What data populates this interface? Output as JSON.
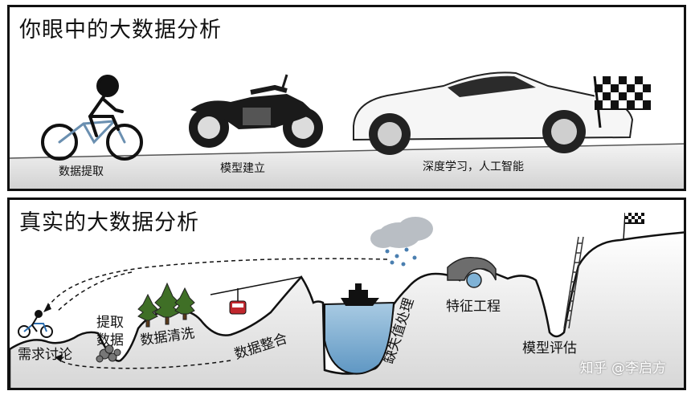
{
  "top_panel": {
    "title": "你眼中的大数据分析",
    "stage_labels": [
      "数据提取",
      "模型建立",
      "深度学习，人工智能"
    ]
  },
  "bottom_panel": {
    "title": "真实的大数据分析",
    "stage_labels": [
      "需求讨论",
      "提取",
      "数据",
      "数据清洗",
      "数据整合",
      "缺失值处理",
      "特征工程",
      "模型评估"
    ]
  },
  "watermark": "知乎 @李启方",
  "colors": {
    "water": "#7fb2d6",
    "cloud": "#b9bec4",
    "tree": "#3f6f26",
    "gondola": "#c0272d"
  }
}
